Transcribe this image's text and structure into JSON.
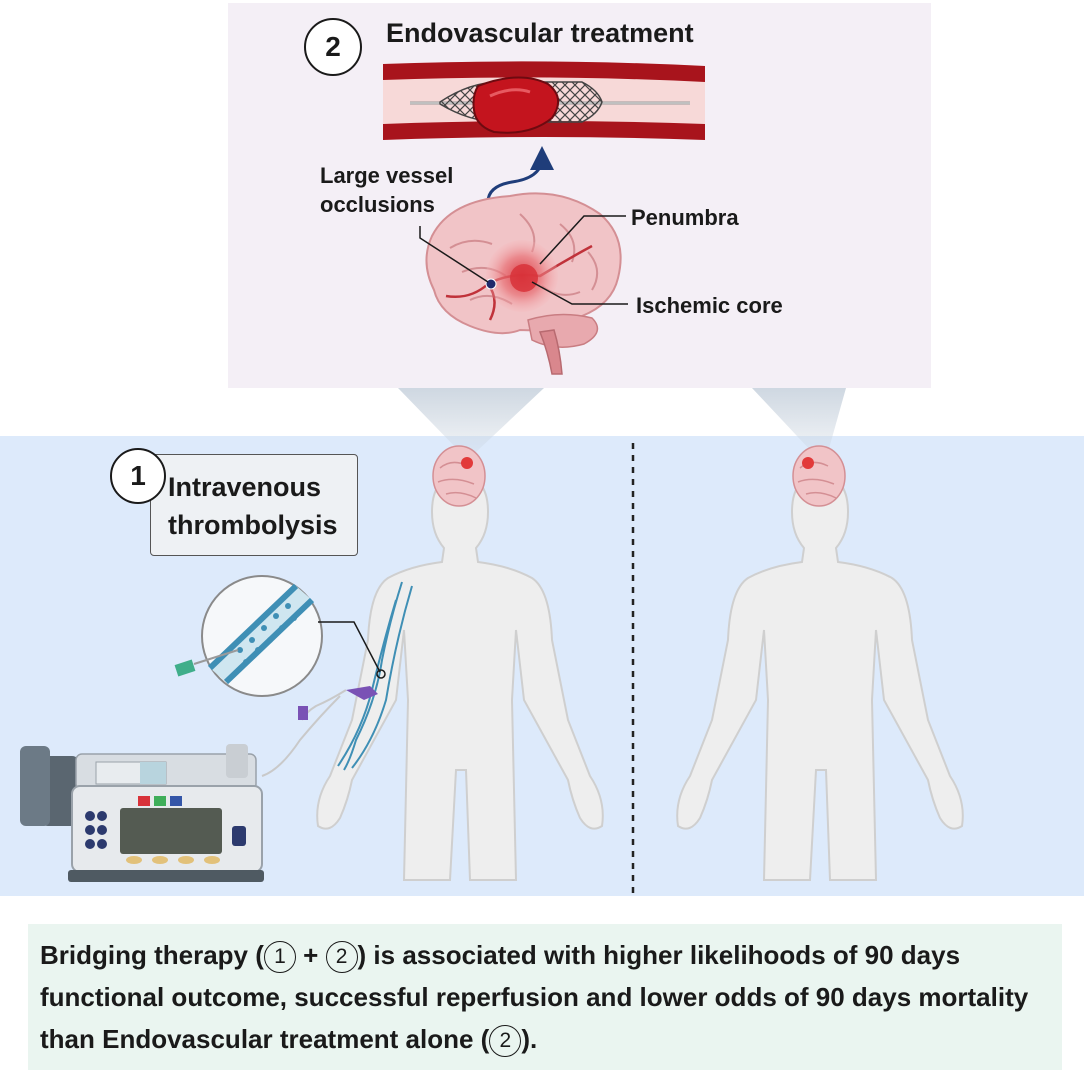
{
  "endovascular": {
    "step_number": "2",
    "title": "Endovascular treatment",
    "label_large_vessel_line1": "Large vessel",
    "label_large_vessel_line2": "occlusions",
    "label_penumbra": "Penumbra",
    "label_ischemic_core": "Ischemic core"
  },
  "thrombolysis": {
    "step_number": "1",
    "title_line1": "Intravenous",
    "title_line2": "thrombolysis"
  },
  "caption": {
    "part1": "Bridging therapy (",
    "circle1": "1",
    "plus": " + ",
    "circle2": "2",
    "part2": ") is associated with higher likelihoods of 90 days functional outcome, successful reperfusion and lower odds of 90 days mortality than Endovascular treatment alone (",
    "circle3": "2",
    "part3": ")."
  },
  "colors": {
    "top_panel_bg": "#f4eff6",
    "bottom_panel_bg": "#ddeafb",
    "caption_bg": "#eaf5f0",
    "vessel_red": "#a8141c",
    "clot_red": "#c4141e",
    "brain_pink": "#f1c4c7",
    "arrow_blue": "#1f3d7a",
    "iv_teal": "#3f8fb5",
    "body_gray": "#eeeeee"
  }
}
